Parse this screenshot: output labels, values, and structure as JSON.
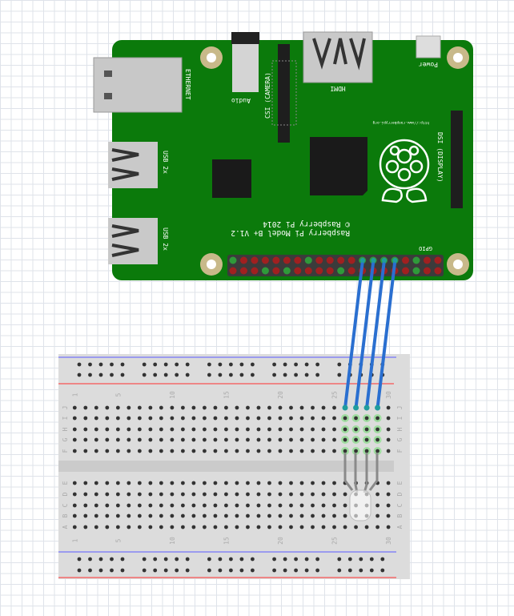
{
  "pi": {
    "ethernet": "ETHERNET",
    "audio": "Audio",
    "csi": "CSI (CAMERA)",
    "hdmi": "HDMI",
    "power": "Power",
    "usb1": "USB 2x",
    "usb2": "USB 2x",
    "dsi": "DSI (DISPLAY)",
    "url": "http://www.raspberrypi.org",
    "copyright": "© Raspberry Pi 2014",
    "model": "Raspberry Pi Model B+ V1.2",
    "gpio": "GPIO",
    "board_color": "#0b7a0b"
  },
  "breadboard": {
    "col_labels": [
      "1",
      "5",
      "10",
      "15",
      "20",
      "25",
      "30"
    ],
    "top_rows": [
      "J",
      "I",
      "H",
      "G",
      "F"
    ],
    "bottom_rows": [
      "E",
      "D",
      "C",
      "B",
      "A"
    ],
    "wire_color": "#2a6fd0",
    "connected_columns": [
      26,
      27,
      28,
      29
    ]
  }
}
